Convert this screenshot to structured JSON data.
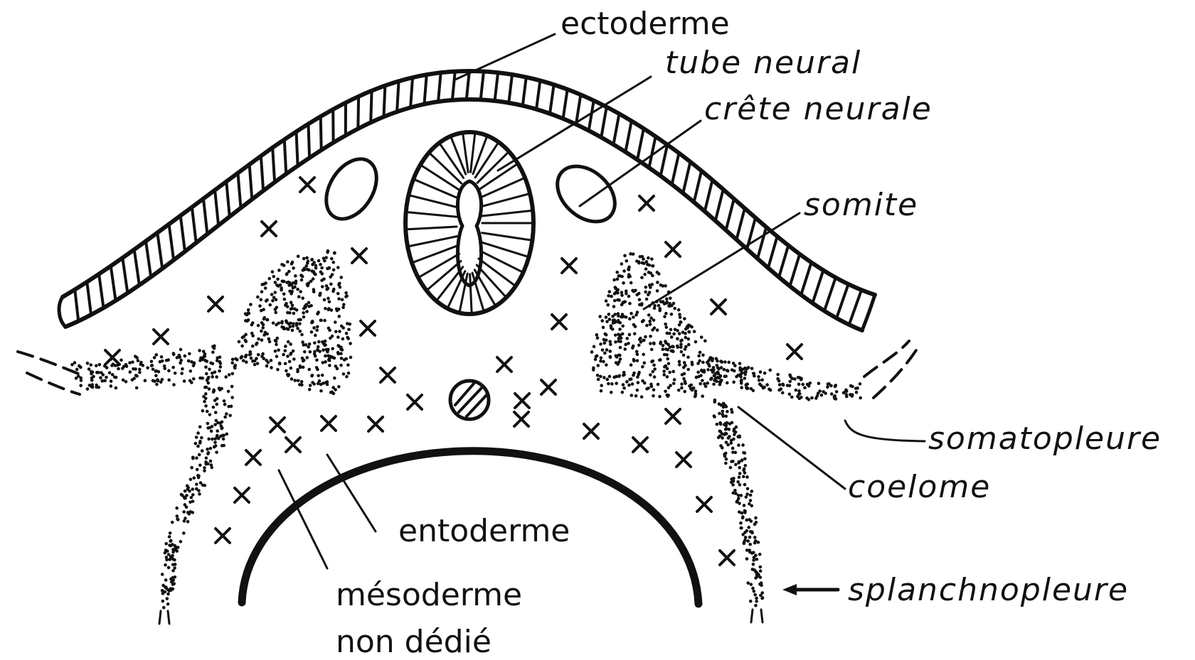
{
  "diagram": {
    "labels": {
      "ectoderme": "ectoderme",
      "tube_neural": "tube neural",
      "crete_neurale": "crête neurale",
      "somite": "somite",
      "somatopleure": "somatopleure",
      "coelome": "coelome",
      "splanchnopleure": "splanchnopleure",
      "entoderme": "entoderme",
      "mesoderme_line1": "mésoderme",
      "mesoderme_line2": "non dédié"
    },
    "colors": {
      "ink": "#111111",
      "background": "#ffffff"
    }
  }
}
